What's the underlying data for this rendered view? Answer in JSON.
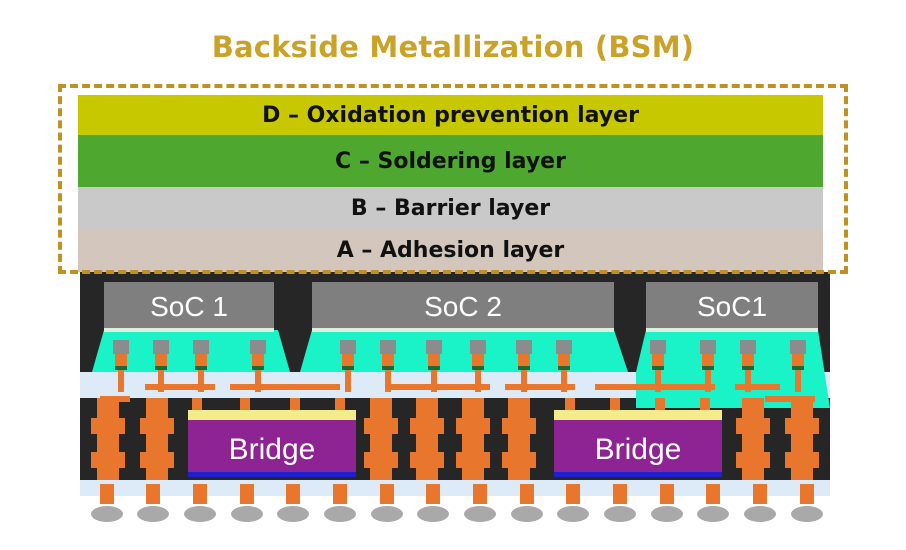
{
  "title": "Backside Metallization (BSM)",
  "layers": {
    "d": "D – Oxidation prevention layer",
    "c": "C – Soldering layer",
    "b": "B – Barrier layer",
    "a": "A – Adhesion layer"
  },
  "dies": {
    "soc_left": "SoC 1",
    "soc_center": "SoC 2",
    "soc_right": "SoC1"
  },
  "bridges": {
    "left": "Bridge",
    "right": "Bridge"
  },
  "colors": {
    "title": "#C9A227",
    "frame": "#C09020",
    "layer_d": "#C8C800",
    "layer_c": "#4EA72E",
    "layer_b": "#C9C9C9",
    "layer_a": "#D3C6BD",
    "mold": "#262626",
    "die": "#7F7F7F",
    "underfill": "#1AF2C8",
    "copper": "#E8762D",
    "redistribution": "#DCEBF7",
    "bridge": "#8E2393",
    "solder_ball": "#A9A9A9"
  }
}
